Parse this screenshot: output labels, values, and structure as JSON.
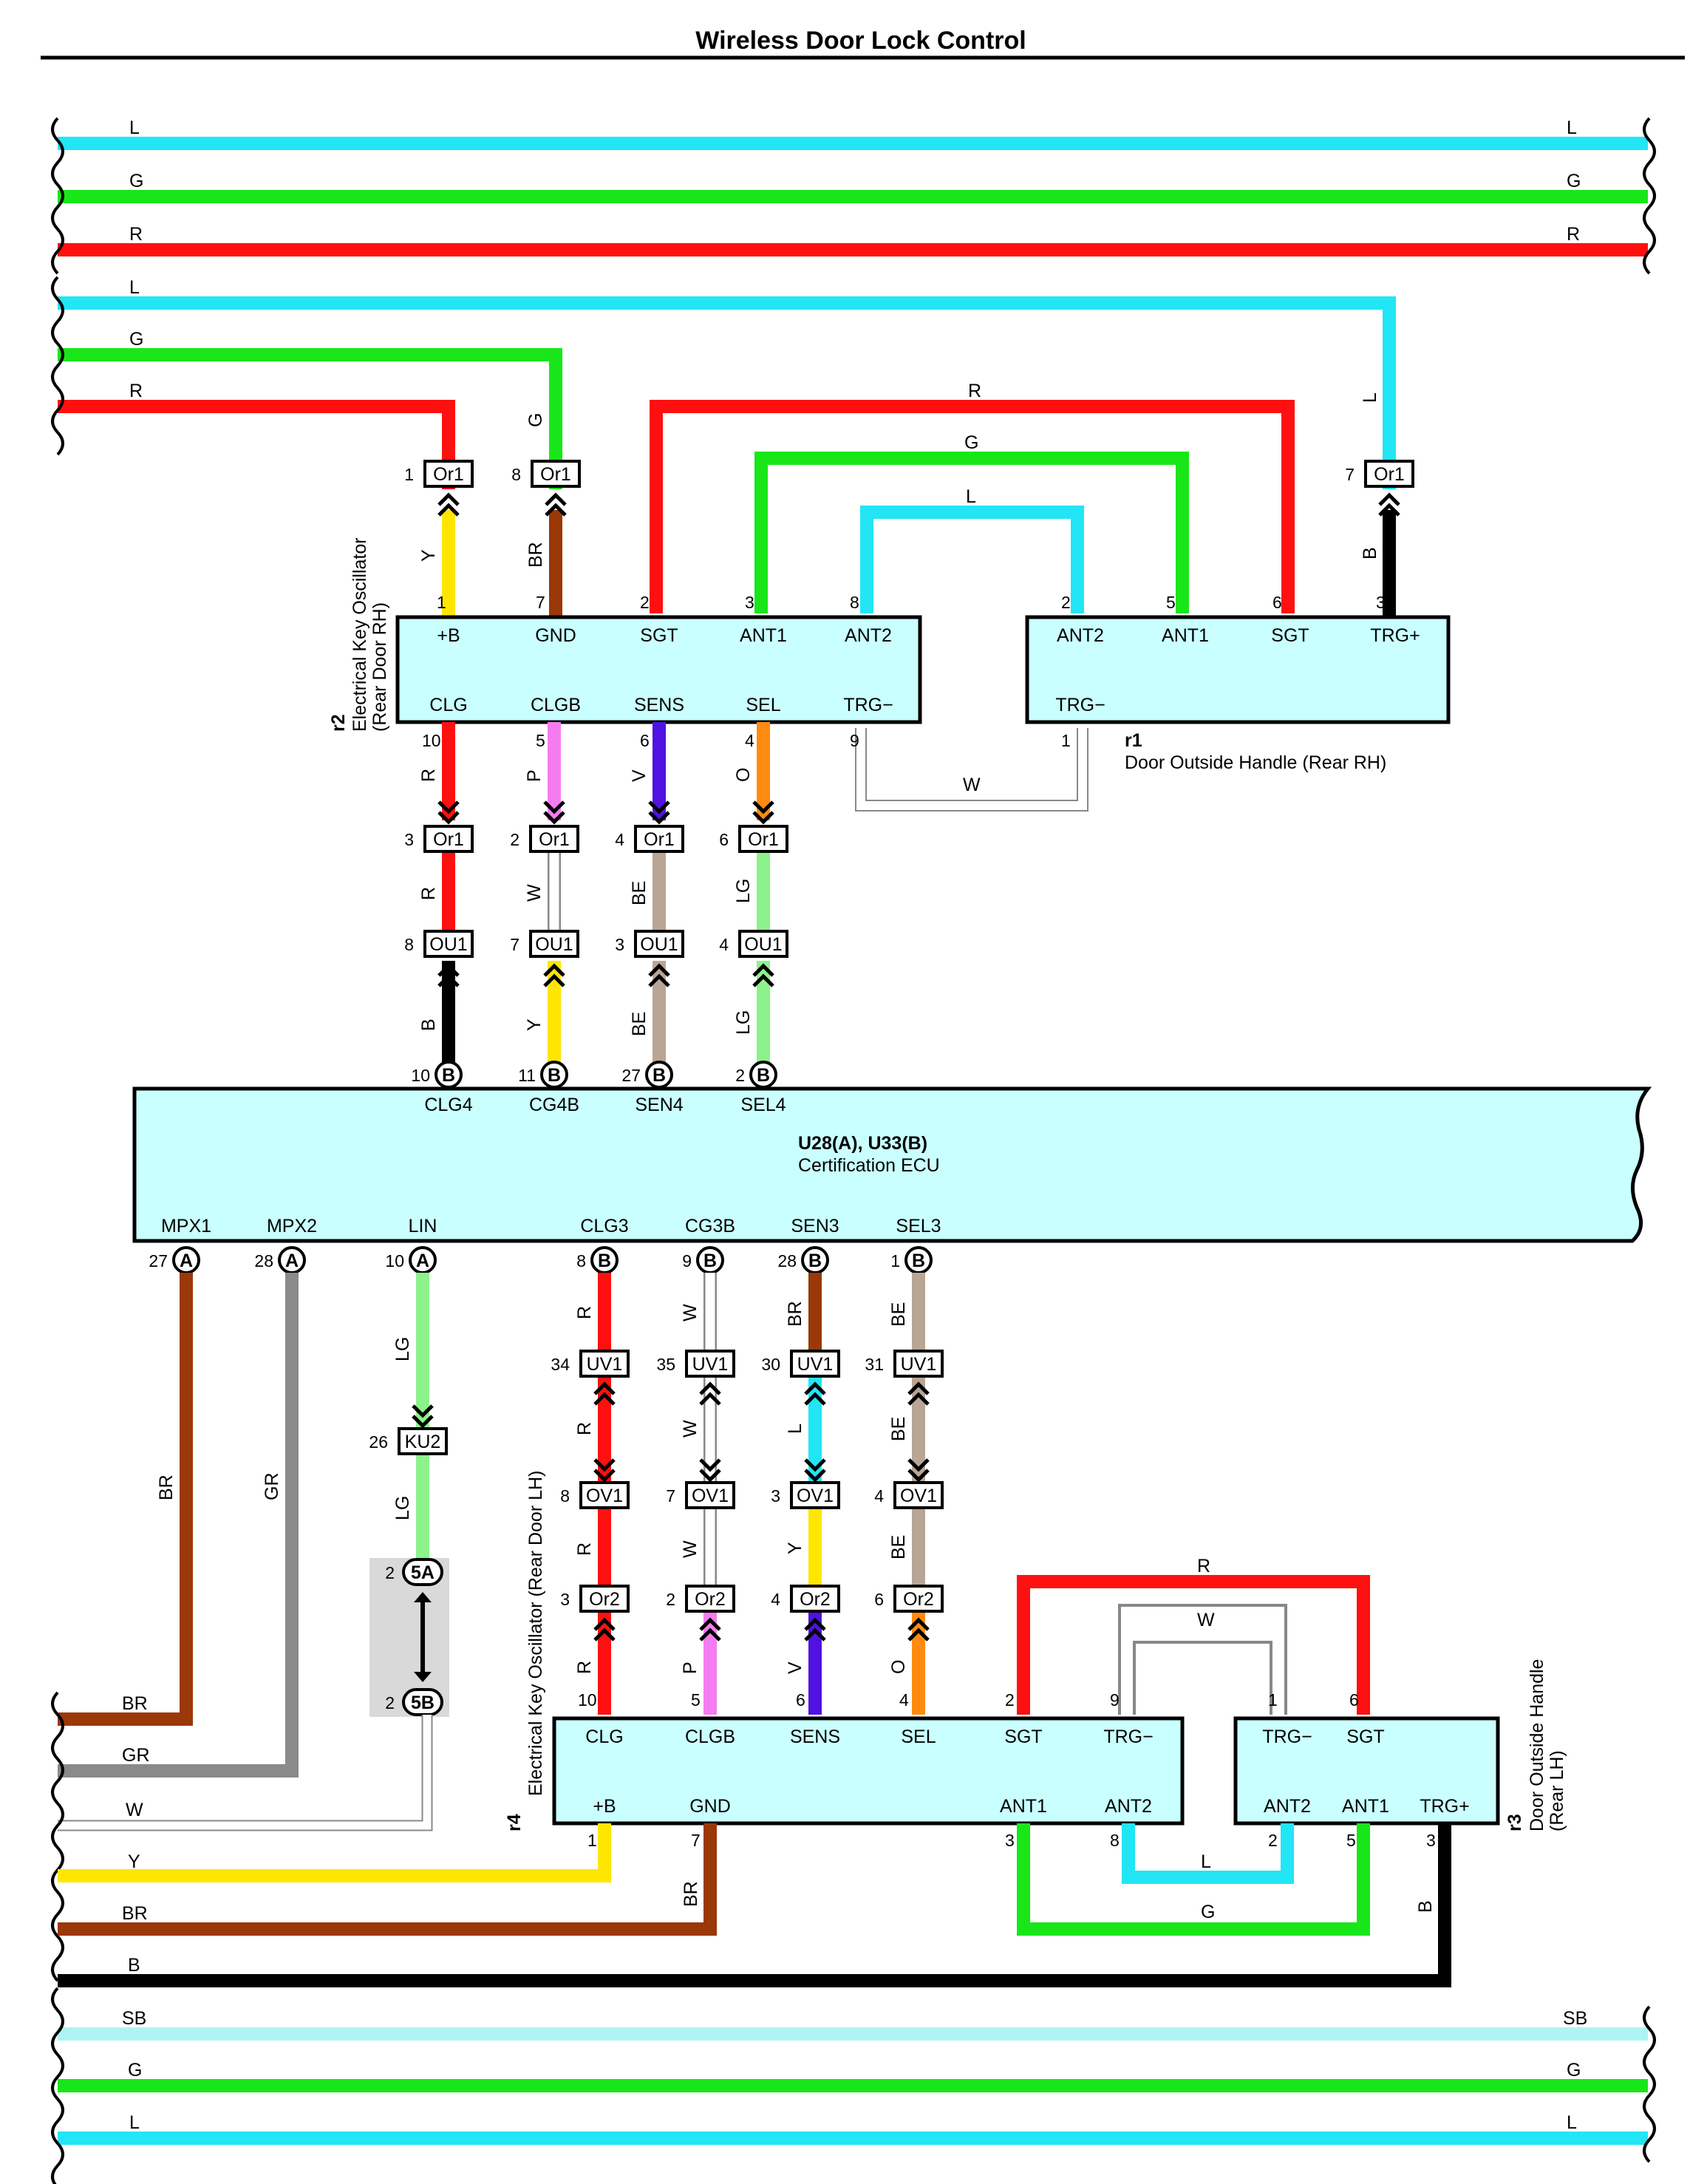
{
  "title": "Wireless Door Lock Control",
  "colors": {
    "L": "#22e5f5",
    "G": "#19e619",
    "R": "#ff1010",
    "Y": "#ffe600",
    "BR": "#9a3808",
    "B": "#000000",
    "P": "#f57cf0",
    "V": "#5012e0",
    "O": "#ff8a10",
    "W": "#ffffff",
    "BE": "#b8a595",
    "LG": "#8cf28c",
    "GR": "#8a8a8a",
    "SB": "#aef4f4",
    "component": "#c9ffff"
  },
  "bus_top": [
    {
      "code": "L"
    },
    {
      "code": "G"
    },
    {
      "code": "R"
    }
  ],
  "bus_bottom": [
    {
      "code": "SB"
    },
    {
      "code": "G"
    },
    {
      "code": "L"
    }
  ],
  "components": {
    "r2": {
      "ref": "r2",
      "name1": "Electrical Key Oscillator",
      "name2": "(Rear Door RH)",
      "top_pins": [
        {
          "num": "1",
          "label": "+B"
        },
        {
          "num": "7",
          "label": "GND"
        },
        {
          "num": "2",
          "label": "SGT"
        },
        {
          "num": "3",
          "label": "ANT1"
        },
        {
          "num": "8",
          "label": "ANT2"
        }
      ],
      "bottom_pins": [
        {
          "num": "10",
          "label": "CLG"
        },
        {
          "num": "5",
          "label": "CLGB"
        },
        {
          "num": "6",
          "label": "SENS"
        },
        {
          "num": "4",
          "label": "SEL"
        },
        {
          "num": "9",
          "label": "TRG−"
        }
      ]
    },
    "r1": {
      "ref": "r1",
      "name": "Door Outside Handle (Rear RH)",
      "top_pins": [
        {
          "num": "2",
          "label": "ANT2"
        },
        {
          "num": "5",
          "label": "ANT1"
        },
        {
          "num": "6",
          "label": "SGT"
        },
        {
          "num": "3",
          "label": "TRG+"
        }
      ],
      "bottom_pins": [
        {
          "num": "1",
          "label": "TRG−"
        }
      ]
    },
    "ecu": {
      "name1": "U28(A), U33(B)",
      "name2": "Certification ECU",
      "top_pins": [
        {
          "num": "10",
          "conn": "B",
          "label": "CLG4"
        },
        {
          "num": "11",
          "conn": "B",
          "label": "CG4B"
        },
        {
          "num": "27",
          "conn": "B",
          "label": "SEN4"
        },
        {
          "num": "2",
          "conn": "B",
          "label": "SEL4"
        }
      ],
      "bottom_pins": [
        {
          "num": "27",
          "conn": "A",
          "label": "MPX1"
        },
        {
          "num": "28",
          "conn": "A",
          "label": "MPX2"
        },
        {
          "num": "10",
          "conn": "A",
          "label": "LIN"
        },
        {
          "num": "8",
          "conn": "B",
          "label": "CLG3"
        },
        {
          "num": "9",
          "conn": "B",
          "label": "CG3B"
        },
        {
          "num": "28",
          "conn": "B",
          "label": "SEN3"
        },
        {
          "num": "1",
          "conn": "B",
          "label": "SEL3"
        }
      ]
    },
    "r4": {
      "ref": "r4",
      "name": "Electrical Key Oscillator (Rear Door LH)",
      "top_pins": [
        {
          "num": "10",
          "label": "CLG"
        },
        {
          "num": "5",
          "label": "CLGB"
        },
        {
          "num": "6",
          "label": "SENS"
        },
        {
          "num": "4",
          "label": "SEL"
        },
        {
          "num": "2",
          "label": "SGT"
        },
        {
          "num": "9",
          "label": "TRG−"
        }
      ],
      "bottom_pins": [
        {
          "num": "1",
          "label": "+B"
        },
        {
          "num": "7",
          "label": "GND"
        },
        {
          "num": "3",
          "label": "ANT1"
        },
        {
          "num": "8",
          "label": "ANT2"
        }
      ]
    },
    "r3": {
      "ref": "r3",
      "name1": "Door Outside Handle",
      "name2": "(Rear LH)",
      "top_pins": [
        {
          "num": "1",
          "label": "TRG−"
        },
        {
          "num": "6",
          "label": "SGT"
        }
      ],
      "bottom_pins": [
        {
          "num": "2",
          "label": "ANT2"
        },
        {
          "num": "5",
          "label": "ANT1"
        },
        {
          "num": "3",
          "label": "TRG+"
        }
      ]
    }
  },
  "connectors_top": [
    {
      "pin": "1",
      "name": "Or1"
    },
    {
      "pin": "8",
      "name": "Or1"
    },
    {
      "pin": "7",
      "name": "Or1"
    },
    {
      "pin": "3",
      "name": "Or1"
    },
    {
      "pin": "2",
      "name": "Or1"
    },
    {
      "pin": "4",
      "name": "Or1"
    },
    {
      "pin": "6",
      "name": "Or1"
    },
    {
      "pin": "8",
      "name": "OU1"
    },
    {
      "pin": "7",
      "name": "OU1"
    },
    {
      "pin": "3",
      "name": "OU1"
    },
    {
      "pin": "4",
      "name": "OU1"
    }
  ],
  "connectors_bottom": [
    {
      "pin": "34",
      "name": "UV1"
    },
    {
      "pin": "35",
      "name": "UV1"
    },
    {
      "pin": "30",
      "name": "UV1"
    },
    {
      "pin": "31",
      "name": "UV1"
    },
    {
      "pin": "8",
      "name": "OV1"
    },
    {
      "pin": "7",
      "name": "OV1"
    },
    {
      "pin": "3",
      "name": "OV1"
    },
    {
      "pin": "4",
      "name": "OV1"
    },
    {
      "pin": "3",
      "name": "Or2"
    },
    {
      "pin": "2",
      "name": "Or2"
    },
    {
      "pin": "4",
      "name": "Or2"
    },
    {
      "pin": "6",
      "name": "Or2"
    },
    {
      "pin": "26",
      "name": "KU2"
    }
  ],
  "junction": {
    "pin_a": "2",
    "name_a": "5A",
    "pin_b": "2",
    "name_b": "5B"
  },
  "left_wires_bottom": [
    {
      "code": "BR"
    },
    {
      "code": "GR"
    },
    {
      "code": "W"
    },
    {
      "code": "Y"
    },
    {
      "code": "BR"
    },
    {
      "code": "B"
    }
  ],
  "wire_labels_top": {
    "r2_1": "Y",
    "r2_7": "BR",
    "or1_8": "G",
    "or1_7": "L",
    "r1_3": "B",
    "sgt_loop": "R",
    "ant1_loop": "G",
    "ant2_loop": "L",
    "trg_loop": "W",
    "clg_a": "R",
    "clg_b": "R",
    "clg_c": "B",
    "clgb_a": "P",
    "clgb_b": "W",
    "clgb_c": "Y",
    "sens_a": "V",
    "sens_b": "BE",
    "sens_c": "BE",
    "sel_a": "O",
    "sel_b": "LG",
    "sel_c": "LG"
  },
  "wire_labels_bottom": {
    "mpx1": "BR",
    "mpx2": "GR",
    "lin_a": "LG",
    "lin_b": "LG",
    "clg_a": "R",
    "clg_b": "R",
    "clg_c": "R",
    "clg_d": "R",
    "clgb_a": "W",
    "clgb_b": "W",
    "clgb_c": "W",
    "clgb_d": "P",
    "sens_a": "BR",
    "sens_b": "L",
    "sens_c": "Y",
    "sens_d": "V",
    "sel_a": "BE",
    "sel_b": "BE",
    "sel_c": "BE",
    "sel_d": "O",
    "sgt_loop": "R",
    "trg_loop": "W",
    "ant2_loop": "L",
    "ant1_loop": "G",
    "gnd": "BR",
    "trgp": "B"
  }
}
